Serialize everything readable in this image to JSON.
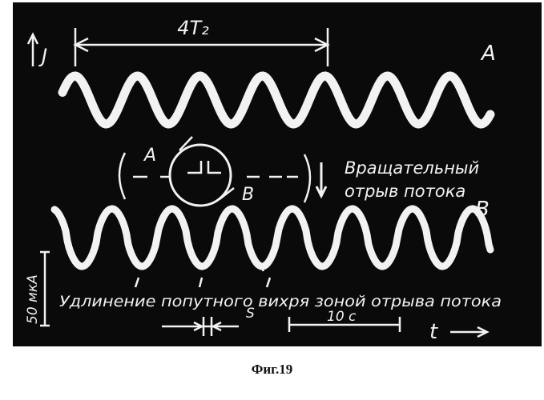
{
  "labels": {
    "period": "4T₂",
    "current_axis": "J",
    "trace_a": "A",
    "trace_b": "B",
    "probe_a": "A",
    "probe_b": "B",
    "note_line1": "Вращательный",
    "note_line2": "отрыв потока",
    "bottom_text": "Удлинение попутного вихря зоной отрыва потока",
    "current_scale": "50 мкА",
    "time_scale": "10 с",
    "interval": "S",
    "time_axis": "t"
  },
  "caption": "Фиг.19",
  "colors": {
    "background": "#0a0a0a",
    "trace": "#f2f2f2"
  }
}
